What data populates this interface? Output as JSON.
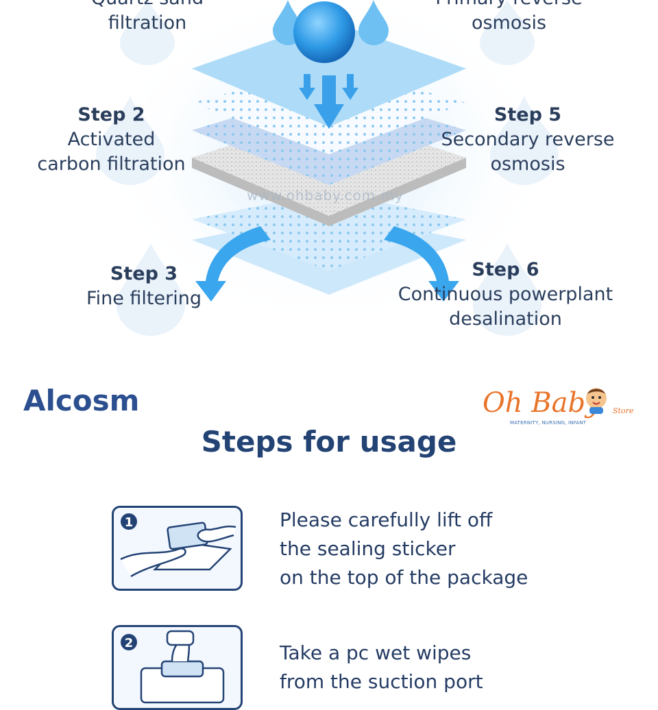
{
  "steps": [
    {
      "title": "",
      "lines": [
        "Quartz sand",
        "filtration"
      ]
    },
    {
      "title": "Step 2",
      "lines": [
        "Activated",
        "carbon filtration"
      ]
    },
    {
      "title": "Step 3",
      "lines": [
        "Fine filtering"
      ]
    },
    {
      "title": "",
      "lines": [
        "Primary reverse",
        "osmosis"
      ]
    },
    {
      "title": "Step 5",
      "lines": [
        "Secondary reverse",
        "osmosis"
      ]
    },
    {
      "title": "Step 6",
      "lines": [
        "Continuous powerplant",
        "desalination"
      ]
    }
  ],
  "watermark": "www.ohbaby.com.my",
  "brand": "Alcosm",
  "logo": {
    "text": "Oh Baby",
    "store": "Store",
    "tagline": "MATERNITY, NURSING, INFANT"
  },
  "section_title": "Steps for usage",
  "usage": [
    {
      "number": "1",
      "lines": [
        "Please carefully lift off",
        "the sealing sticker",
        "on the top of the package"
      ]
    },
    {
      "number": "2",
      "lines": [
        "Take a pc wet wipes",
        "from the suction port"
      ]
    }
  ],
  "colors": {
    "brand_blue": "#2b4f8f",
    "title_navy": "#234374",
    "logo_orange": "#e8742a",
    "water_blue": "#4aa9e8"
  }
}
